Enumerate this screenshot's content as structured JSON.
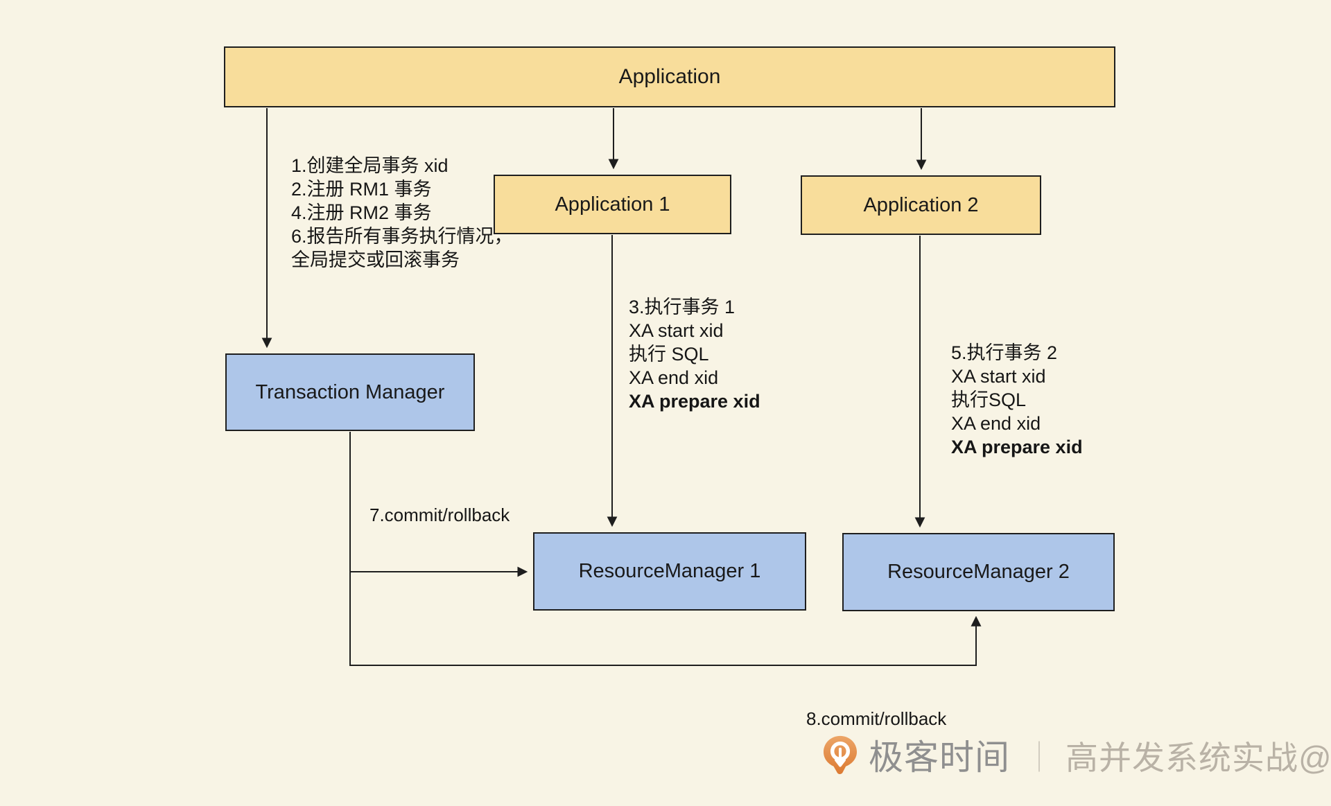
{
  "diagram": {
    "nodes": {
      "application": "Application",
      "application1": "Application 1",
      "application2": "Application 2",
      "transaction_manager": "Transaction Manager",
      "resource_manager1": "ResourceManager 1",
      "resource_manager2": "ResourceManager 2"
    },
    "annotations": {
      "tm_steps": {
        "line1": "1.创建全局事务 xid",
        "line2": "2.注册 RM1 事务",
        "line3": "4.注册 RM2 事务",
        "line4": "6.报告所有事务执行情况，",
        "line5": "全局提交或回滚事务"
      },
      "rm1_steps": {
        "line1": "3.执行事务 1",
        "line2": "XA start xid",
        "line3": "执行 SQL",
        "line4": "XA end xid",
        "line5": "XA prepare xid"
      },
      "rm2_steps": {
        "line1": "5.执行事务 2",
        "line2": "XA start xid",
        "line3": "执行SQL",
        "line4": "XA end xid",
        "line5": "XA prepare xid"
      },
      "commit_rollback_1": "7.commit/rollback",
      "commit_rollback_2": "8.commit/rollback"
    },
    "colors": {
      "background": "#f8f4e5",
      "node_yellow": "#f8dd9b",
      "node_blue": "#aec6e9",
      "line": "#1e1e1e",
      "logo_orange": "#e0813d",
      "brand_gray": "#8f8f8f",
      "watermark_gray": "#b9b2a6"
    }
  },
  "footer": {
    "brand": "极客时间",
    "separator": "｜",
    "watermark": "高并发系统实战@蓝天"
  }
}
